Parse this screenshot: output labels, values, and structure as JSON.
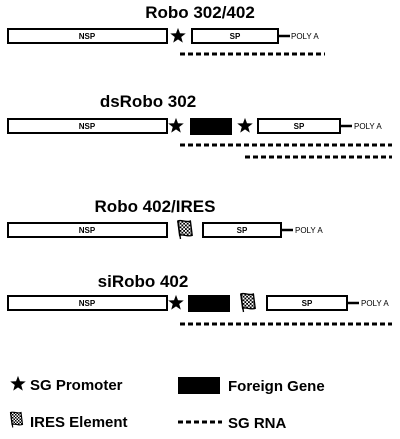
{
  "constructs": [
    {
      "title": "Robo 302/402",
      "nsp": "NSP",
      "sp": "SP",
      "poly_a": "POLY A"
    },
    {
      "title": "dsRobo 302",
      "nsp": "NSP",
      "sp": "SP",
      "poly_a": "POLY A"
    },
    {
      "title": "Robo 402/IRES",
      "nsp": "NSP",
      "sp": "SP",
      "poly_a": "POLY A"
    },
    {
      "title": "siRobo 402",
      "nsp": "NSP",
      "sp": "SP",
      "poly_a": "POLY A"
    }
  ],
  "legend": {
    "sg_promoter": "SG Promoter",
    "foreign_gene": "Foreign Gene",
    "ires_element": "IRES Element",
    "sg_rna": "SG RNA"
  },
  "icons": {
    "sg_promoter": "star-icon",
    "ires_element": "checkered-flag-icon",
    "foreign_gene": "black-block",
    "sg_rna": "dashed-line"
  },
  "colors": {
    "ink": "#000000",
    "background": "#ffffff"
  }
}
